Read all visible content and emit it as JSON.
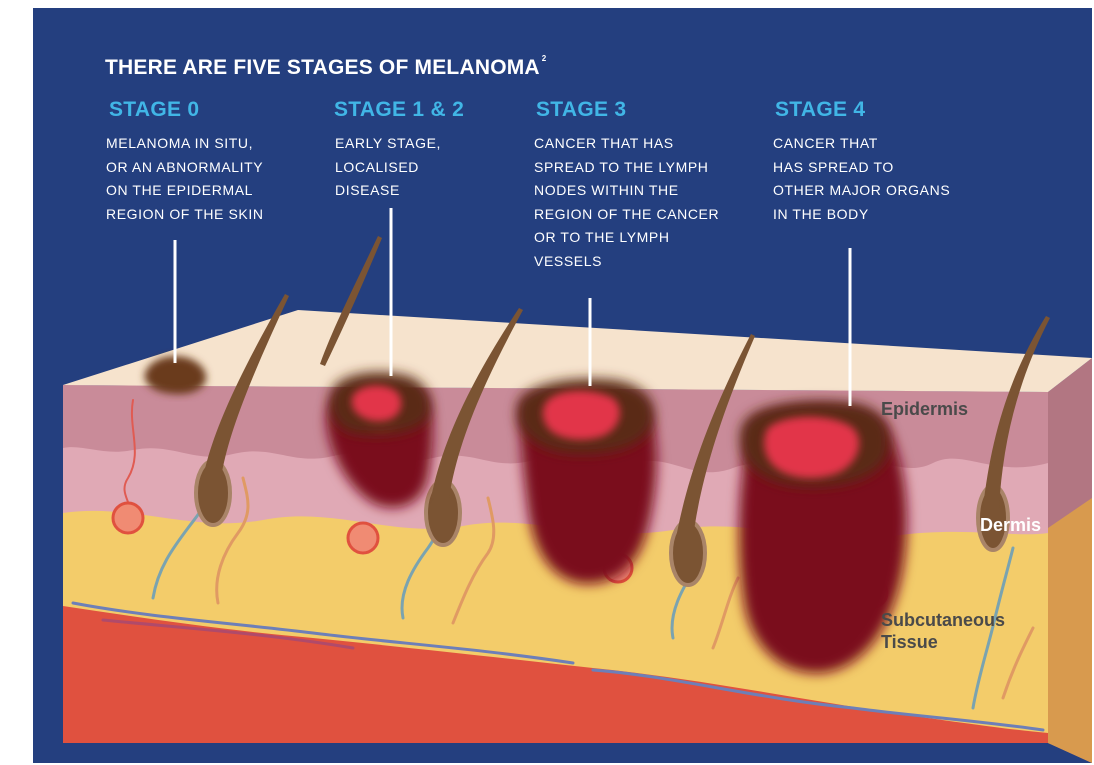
{
  "title": "THERE ARE FIVE STAGES OF MELANOMA",
  "title_superscript": "2",
  "stages": [
    {
      "heading": "STAGE 0",
      "description": "MELANOMA IN SITU,\nOR AN ABNORMALITY\nON THE EPIDERMAL\nREGION OF THE SKIN"
    },
    {
      "heading": "STAGE 1 & 2",
      "description": "EARLY STAGE,\nLOCALISED\nDISEASE"
    },
    {
      "heading": "STAGE 3",
      "description": "CANCER THAT HAS\nSPREAD TO THE LYMPH\nNODES WITHIN THE\nREGION OF THE CANCER\nOR TO THE LYMPH\nVESSELS"
    },
    {
      "heading": "STAGE 4",
      "description": "CANCER THAT\nHAS SPREAD TO\nOTHER MAJOR ORGANS\nIN THE BODY"
    }
  ],
  "layers": {
    "epidermis": "Epidermis",
    "dermis": "Dermis",
    "subcutaneous": "Subcutaneous\nTissue"
  },
  "colors": {
    "background": "#243f7f",
    "stage_heading": "#41b6e6",
    "skin_surface": "#f6e3cd",
    "epidermis": "#c98b99",
    "dermis": "#e0a9b5",
    "subcutaneous": "#f3cc6a",
    "muscle": "#e0513f",
    "tumor": "#7a0f1f",
    "tumor_core": "#e2344a",
    "hair": "#7b5433"
  }
}
